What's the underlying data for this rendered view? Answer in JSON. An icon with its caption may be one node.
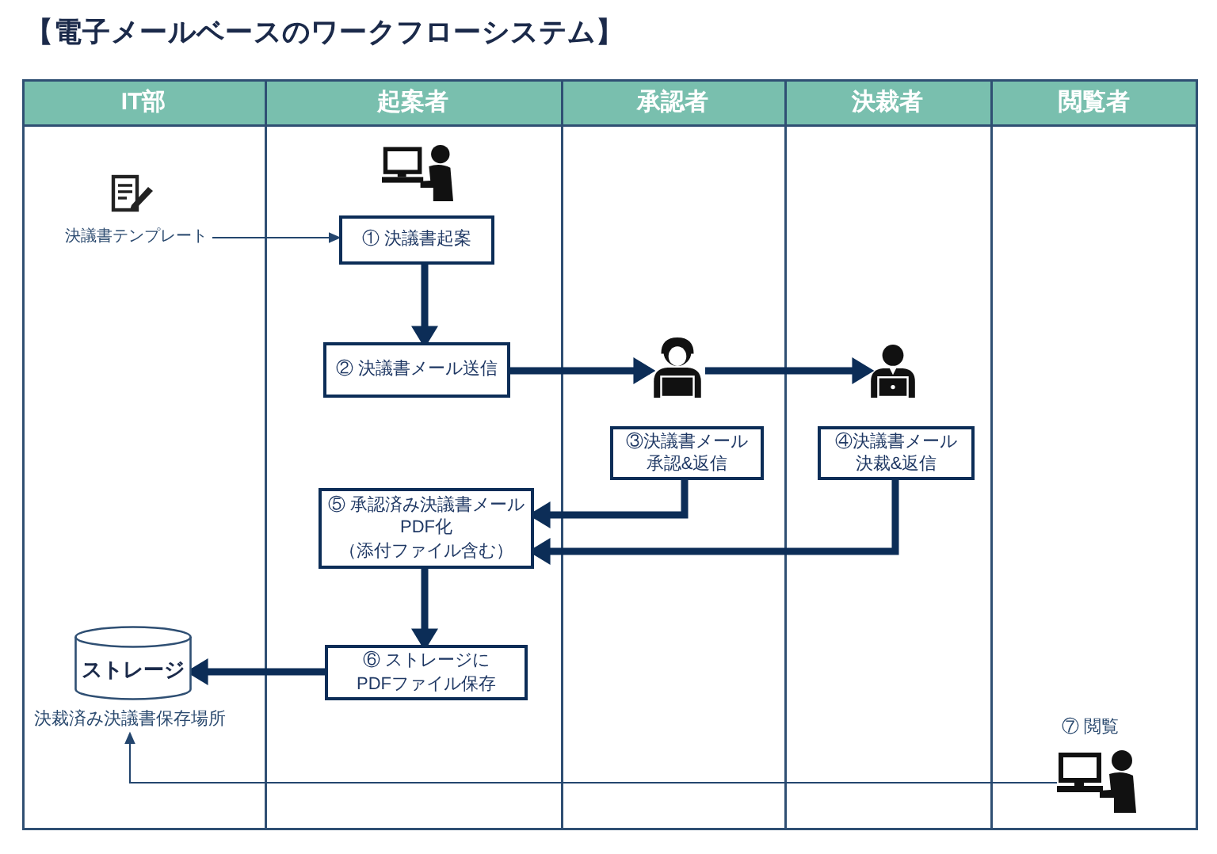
{
  "diagram": {
    "title": "【電子メールベースのワークフローシステム】",
    "nodes": [
      {
        "text": [
          "IT部"
        ]
      },
      {
        "text": [
          "起案者"
        ]
      },
      {
        "text": [
          "承認者"
        ]
      },
      {
        "text": [
          "決裁者"
        ]
      },
      {
        "text": [
          "閲覧者"
        ]
      },
      {
        "text": [
          "決議書テンプレート"
        ],
        "in": 0
      },
      {
        "text": [
          "① 決議書起案"
        ],
        "in": 1
      },
      {
        "text": [
          "② 決議書メール送信"
        ],
        "in": 1
      },
      {
        "text": [],
        "shape": "person",
        "in": 2
      },
      {
        "text": [],
        "shape": "person",
        "in": 3
      },
      {
        "text": [
          "③決議書メール承認&返信"
        ],
        "in": 2
      },
      {
        "text": [
          "④決議書メール決裁&返信"
        ],
        "in": 3
      },
      {
        "text": [
          "⑤ 承認済み決議書メールPDF化（添付ファイル含む）"
        ],
        "in": 1
      },
      {
        "text": [
          "ストレージ"
        ],
        "in": 0
      },
      {
        "text": [
          "決裁済み決議書保存場所"
        ],
        "in": 0
      },
      {
        "text": [
          "⑥ ストレージにPDFファイル保存"
        ],
        "in": 1
      },
      {
        "text": [],
        "shape": "person",
        "in": 4,
        "beside": [
          "⑦ 閲覧"
        ]
      }
    ],
    "edges": [
      {
        "from": 5,
        "to": 6,
        "arrow": "to"
      },
      {
        "from": 6,
        "to": 7,
        "arrow": "to"
      },
      {
        "from": 7,
        "to": 8,
        "arrow": "to"
      },
      {
        "from": 8,
        "to": 9,
        "arrow": "to"
      },
      {
        "from": 10,
        "to": 12,
        "arrow": "to"
      },
      {
        "from": 11,
        "to": 12,
        "arrow": "to"
      },
      {
        "from": 12,
        "to": 15,
        "arrow": "to"
      },
      {
        "from": 15,
        "to": 13,
        "arrow": "to"
      },
      {
        "from": 16,
        "to": 14,
        "arrow": "to"
      }
    ]
  }
}
